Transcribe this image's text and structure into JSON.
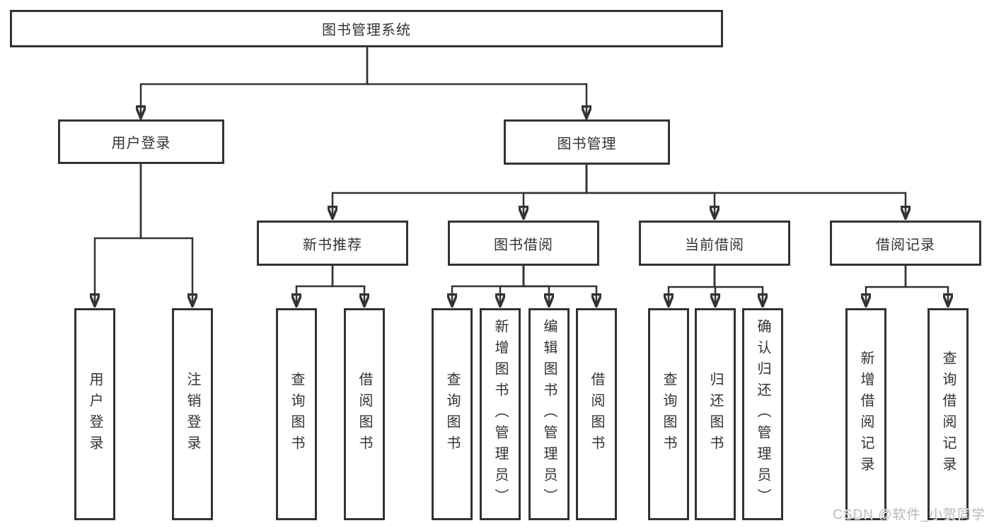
{
  "root": {
    "label": "图书管理系统"
  },
  "level2": {
    "user_login": "用户登录",
    "book_management": "图书管理"
  },
  "level3": {
    "new_book_recommend": "新书推荐",
    "book_borrow": "图书借阅",
    "current_borrow": "当前借阅",
    "borrow_record": "借阅记录"
  },
  "leaves": {
    "user_login": [
      "用户登录",
      "注销登录"
    ],
    "new_book_recommend": [
      "查询图书",
      "借阅图书"
    ],
    "book_borrow": [
      "查询图书",
      "新增图书（管理员）",
      "编辑图书（管理员）",
      "借阅图书"
    ],
    "current_borrow": [
      "查询图书",
      "归还图书",
      "确认归还（管理员）"
    ],
    "borrow_record": [
      "新增借阅记录",
      "查询借阅记录"
    ]
  },
  "watermark": "CSDN @软件_小贺同学",
  "colors": {
    "line": "#333333",
    "text": "#333333",
    "watermark": "#bdbdbd",
    "background": "#ffffff"
  }
}
